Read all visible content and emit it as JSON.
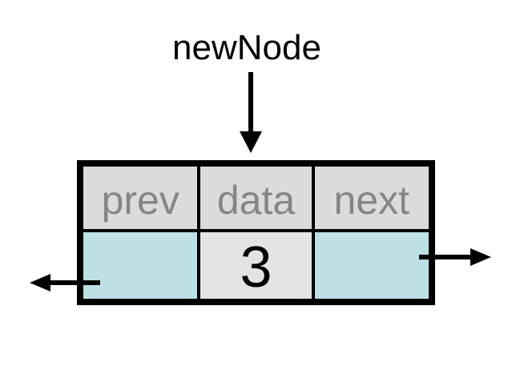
{
  "diagram": {
    "title": "newNode",
    "node": {
      "headers": [
        "prev",
        "data",
        "next"
      ],
      "values": {
        "prev": "",
        "data": "3",
        "next": ""
      }
    },
    "arrows": [
      {
        "name": "newnode-down-arrow",
        "direction": "down",
        "from": "newNode label",
        "to": "node table"
      },
      {
        "name": "prev-left-arrow",
        "direction": "left",
        "from": "prev cell"
      },
      {
        "name": "next-right-arrow",
        "direction": "right",
        "from": "next cell"
      }
    ],
    "colors": {
      "canvas_bg": "#ffffff",
      "border": "#000000",
      "header_bg": "#dbdbdb",
      "header_text": "#858585",
      "data_cell_bg": "#e3e3e3",
      "pointer_cell_bg": "#bce0e6",
      "value_text": "#000000",
      "title_text": "#000000",
      "arrow": "#000000"
    }
  }
}
